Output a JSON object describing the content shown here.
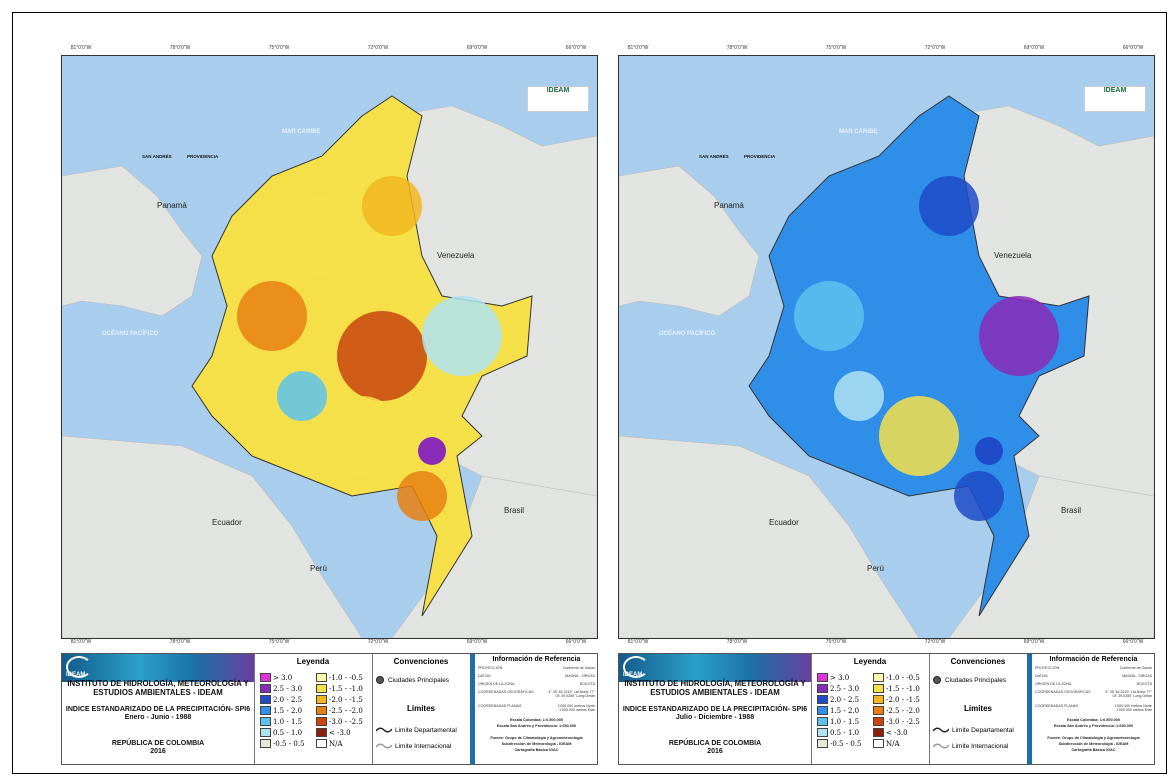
{
  "maps": [
    {
      "id": "left",
      "legend_title": "Leyenda",
      "conventions_title": "Convenciones",
      "cities_label": "Ciudades Principales",
      "limits_title": "Limites",
      "limit_dept": "Limite Departamental",
      "limit_intl": "Limite Internacional",
      "institute": "INSTITUTO DE HIDROLOGÍA, METEOROLOGÍA Y ESTUDIOS AMBIENTALES - IDEAM",
      "index_title": "INDICE ESTANDARIZADO DE LA PRECIPITACIÓN- SPI6",
      "period": "Enero - Junio - 1988",
      "republic": "REPÚBLICA DE COLOMBIA",
      "year": "2016",
      "ref_title": "Información de Referencia"
    },
    {
      "id": "right",
      "legend_title": "Leyenda",
      "conventions_title": "Convenciones",
      "cities_label": "Ciudades Principales",
      "limits_title": "Limites",
      "limit_dept": "Limite Departamental",
      "limit_intl": "Limite Internacional",
      "institute": "INSTITUTO DE HIDROLOGÍA, METEOROLOGÍA Y ESTUDIOS AMBIENTALES - IDEAM",
      "index_title": "INDICE ESTANDARIZADO DE LA PRECIPITACIÓN- SPI6",
      "period": "Julio - Diciembre - 1988",
      "republic": "REPÚBLICA DE COLOMBIA",
      "year": "2016",
      "ref_title": "Información de Referencia"
    }
  ],
  "map_labels": {
    "caribbean": "MAR CARIBE",
    "pacific": "OCÉANO PACÍFICO",
    "san_andres": "SAN ANDRÉS",
    "providencia": "PROVIDENCIA",
    "panama": "Panamá",
    "venezuela": "Venezuela",
    "ecuador": "Ecuador",
    "peru": "Perú",
    "brasil": "Brasil",
    "logo": "IDEAM"
  },
  "coords_x": [
    "81°0'0\"W",
    "78°0'0\"W",
    "75°0'0\"W",
    "72°0'0\"W",
    "69°0'0\"W",
    "66°0'0\"W"
  ],
  "legend_items": [
    {
      "label": "> 3.0",
      "color": "#e033d6"
    },
    {
      "label": "2.5 - 3.0",
      "color": "#8a2bb8"
    },
    {
      "label": "2.0 - 2.5",
      "color": "#1f4bc9"
    },
    {
      "label": "1.5 - 2.0",
      "color": "#2f8fe8"
    },
    {
      "label": "1.0 - 1.5",
      "color": "#5cc3ef"
    },
    {
      "label": "0.5 - 1.0",
      "color": "#aee2f1"
    },
    {
      "label": "-0.5 - 0.5",
      "color": "#e8e8d8"
    },
    {
      "label": "-1.0 - -0.5",
      "color": "#fff9b0"
    },
    {
      "label": "-1.5 - -1.0",
      "color": "#f5e04a"
    },
    {
      "label": "-2.0 - -1.5",
      "color": "#f2b61f"
    },
    {
      "label": "-2.5 - -2.0",
      "color": "#e88012"
    },
    {
      "label": "-3.0 - -2.5",
      "color": "#c9450e"
    },
    {
      "label": "< -3.0",
      "color": "#8a1f0e"
    },
    {
      "label": "N/A",
      "color": "#ffffff"
    }
  ],
  "info": {
    "projection_label": "PROYECCIÓN",
    "projection_value": "Conforme de Gauss",
    "datum_label": "DATUM",
    "datum_value": "MAGNA - SIRGAS",
    "origin_label": "ORIGEN DE LA ZONA",
    "origin_value": "BOGOTÁ",
    "geo_label": "COORDENADAS GEOGRÁFICAS",
    "geo_value": "4° 35' 46.3215\" Lat.Norte 77° 04' 39.0285\" Long.Oeste",
    "flat_label": "COORDENADAS PLANAS",
    "flat_value": "1'000.000 metros Norte 1'000.000 metros Este",
    "scale_colombia": "Escala Colombia: 1:6.500.000",
    "scale_sanandres": "Escala San Andrés y Providencia: 1:650.000",
    "source": "Fuente: Grupo de Climatología y Agrometeorología",
    "sub": "Subdirección de Meteorología - IDEAM",
    "base": "Cartografía Básica IGAC"
  }
}
